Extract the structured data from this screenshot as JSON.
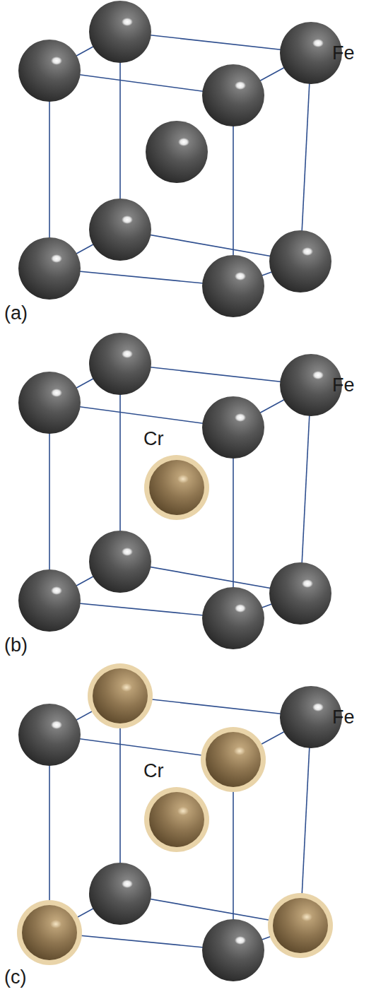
{
  "diagram": {
    "labels": [
      "Fe",
      "(a)",
      "Fe",
      "Cr",
      "(b)",
      "Fe",
      "Cr",
      "(c)"
    ]
  }
}
